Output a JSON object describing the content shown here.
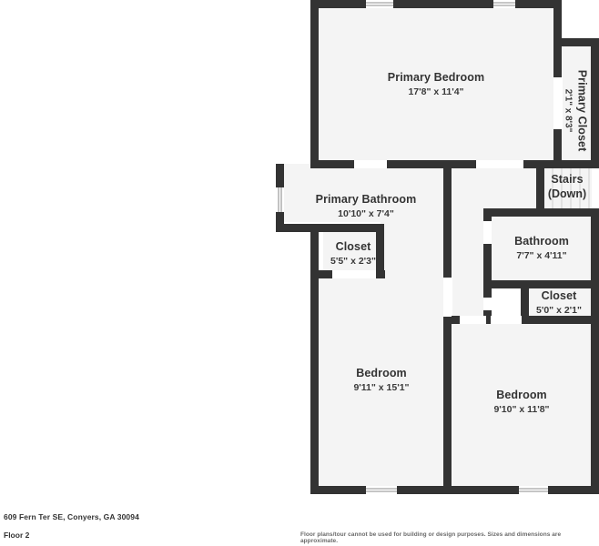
{
  "plan": {
    "colors": {
      "wall": "#333333",
      "room_fill": "#f4f4f4",
      "window_frame": "#333333",
      "window_glass": "#ffffff",
      "background": "#ffffff",
      "text": "#333333",
      "disclaimer_text": "#6a6a6a",
      "stair_line": "#cccccc"
    },
    "rooms": [
      {
        "id": "primary-bedroom",
        "name": "Primary Bedroom",
        "dims": "17'8\" x 11'4\""
      },
      {
        "id": "primary-closet",
        "name": "Primary Closet",
        "dims": "2'1\" x 8'3\""
      },
      {
        "id": "primary-bathroom",
        "name": "Primary Bathroom",
        "dims": "10'10\" x 7'4\""
      },
      {
        "id": "closet-primary",
        "name": "Closet",
        "dims": "5'5\" x 2'3\""
      },
      {
        "id": "stairs",
        "name": "Stairs",
        "dims": "(Down)"
      },
      {
        "id": "bathroom",
        "name": "Bathroom",
        "dims": "7'7\" x 4'11\""
      },
      {
        "id": "closet-hall",
        "name": "Closet",
        "dims": "5'0\" x 2'1\""
      },
      {
        "id": "bedroom-left",
        "name": "Bedroom",
        "dims": "9'11\" x 15'1\""
      },
      {
        "id": "bedroom-right",
        "name": "Bedroom",
        "dims": "9'10\" x 11'8\""
      }
    ]
  },
  "footer": {
    "address": "609 Fern Ter SE, Conyers, GA 30094",
    "floor": "Floor 2",
    "disclaimer": "Floor plans/tour cannot be used for building or design purposes. Sizes and dimensions are approximate."
  }
}
